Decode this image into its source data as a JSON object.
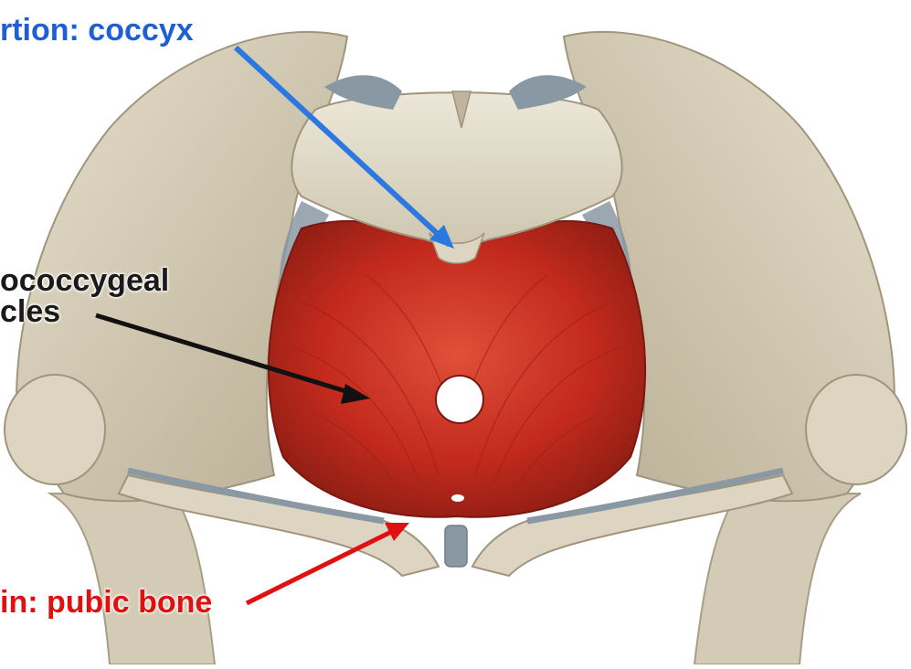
{
  "labels": {
    "insertion": "rtion: coccyx",
    "muscle_line1": "ococcygeal",
    "muscle_line2": "cles",
    "origin": "in: pubic bone"
  },
  "colors": {
    "insertion_label": "#1f5fd6",
    "muscle_label": "#1a1a1a",
    "origin_label": "#e01010",
    "bone": "#d9d2c0",
    "muscle": "#c8281c",
    "ligament": "#8a98a3"
  }
}
